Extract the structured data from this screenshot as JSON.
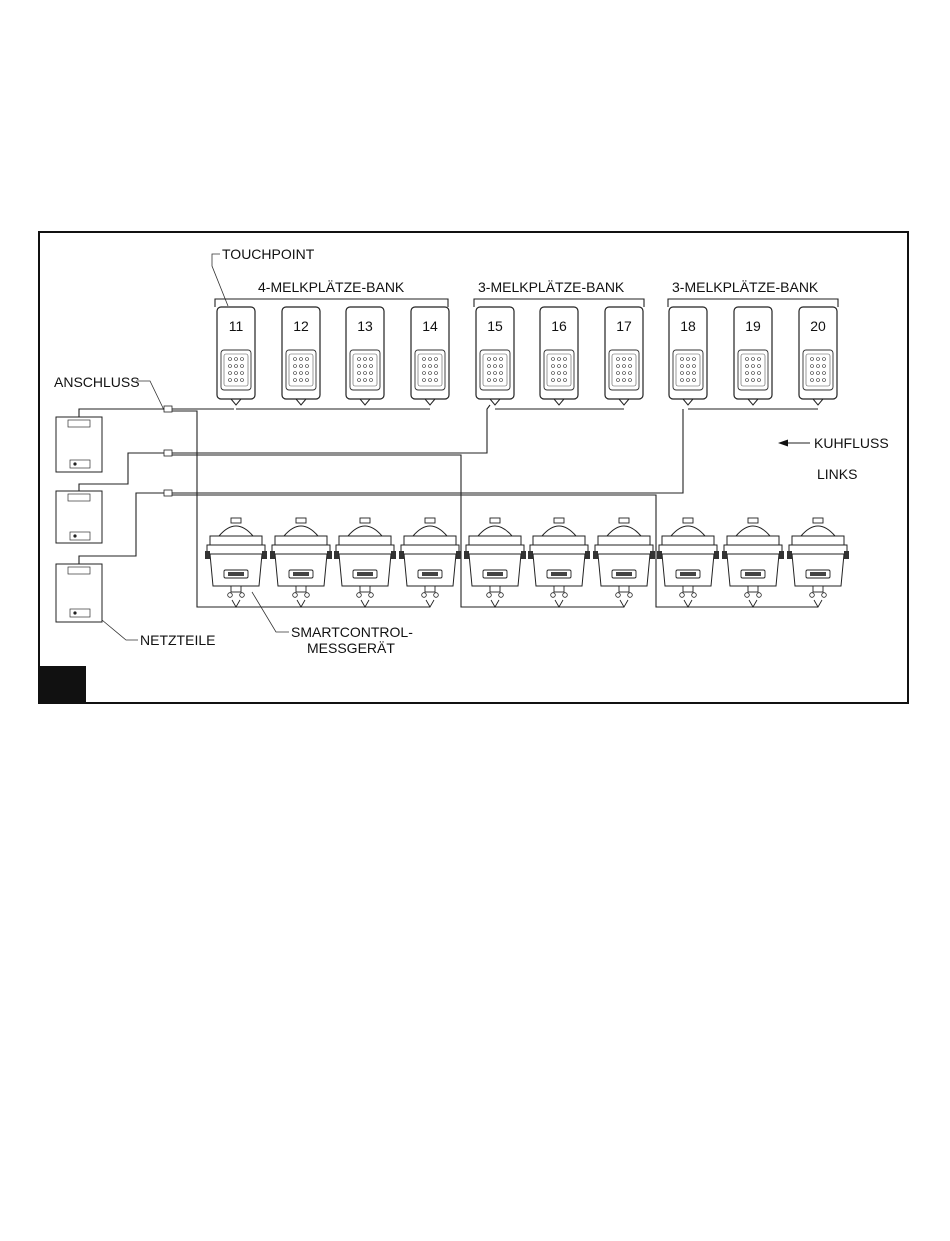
{
  "diagram": {
    "labels": {
      "touchpoint": "TOUCHPOINT",
      "bank4": "4-MELKPLÄTZE-BANK",
      "bank3a": "3-MELKPLÄTZE-BANK",
      "bank3b": "3-MELKPLÄTZE-BANK",
      "anschluss": "ANSCHLUSS",
      "kuhfluss": "KUHFLUSS",
      "links": "LINKS",
      "netzteile": "NETZTEILE",
      "smartcontrol": "SMARTCONTROL-",
      "messgeraet": "MESSGERÄT"
    },
    "stalls": [
      "11",
      "12",
      "13",
      "14",
      "15",
      "16",
      "17",
      "18",
      "19",
      "20"
    ]
  }
}
